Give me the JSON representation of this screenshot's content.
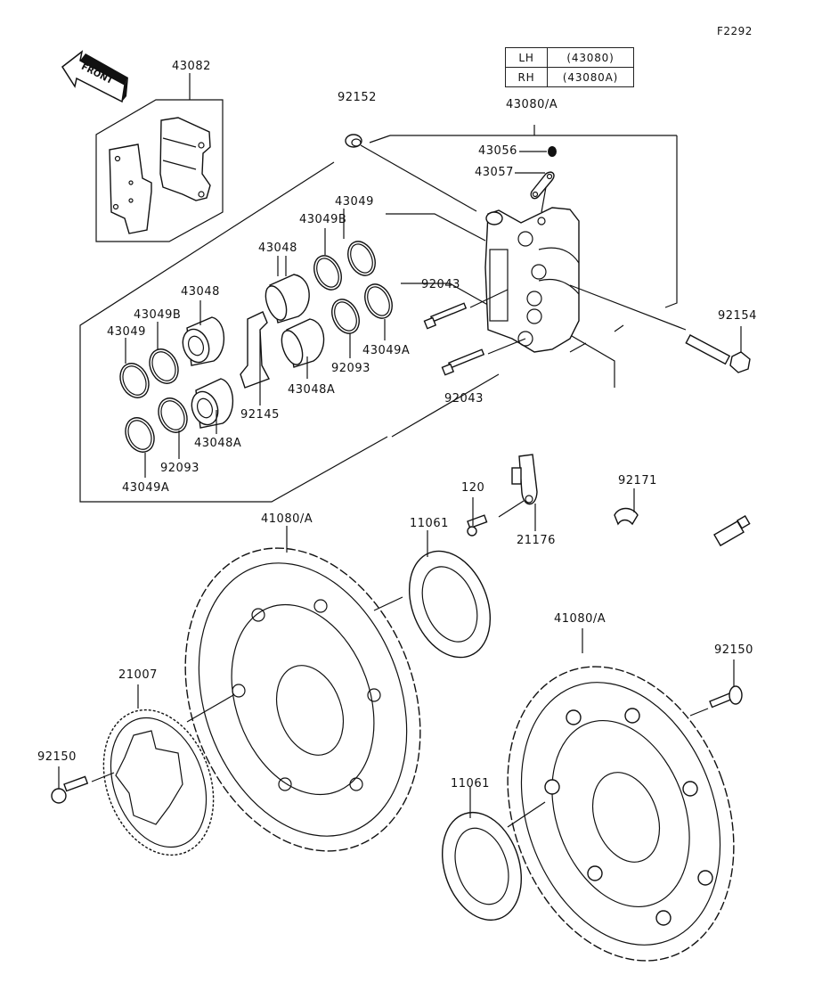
{
  "figure_code": "F2292",
  "variant_table": {
    "rows": [
      {
        "side": "LH",
        "code": "(43080)"
      },
      {
        "side": "RH",
        "code": "(43080A)"
      }
    ]
  },
  "front_arrow": {
    "label": "FRONT",
    "icon": "front-direction-arrow"
  },
  "callouts": {
    "p43082": "43082",
    "p92152": "92152",
    "p43080A": "43080/A",
    "p43056": "43056",
    "p43057": "43057",
    "p43049_top": "43049",
    "p43049B_top": "43049B",
    "p43048_top": "43048",
    "p43048_left": "43048",
    "p43049B_left": "43049B",
    "p43049_left": "43049",
    "p92043_top": "92043",
    "p92043_bottom": "92043",
    "p92154": "92154",
    "p43049A_right": "43049A",
    "p92093_right": "92093",
    "p43048A_right": "43048A",
    "p92145": "92145",
    "p43048A_left": "43048A",
    "p92093_left": "92093",
    "p43049A_left": "43049A",
    "p120": "120",
    "p92171": "92171",
    "p21176": "21176",
    "p41080A_left": "41080/A",
    "p11061_top": "11061",
    "p21007": "21007",
    "p92150_left": "92150",
    "p41080A_right": "41080/A",
    "p92150_right": "92150",
    "p11061_bottom": "11061"
  },
  "parts": [
    {
      "number": "43082",
      "name": "brake-pad-set"
    },
    {
      "number": "92152",
      "name": "cap"
    },
    {
      "number": "43080/A",
      "name": "brake-caliper",
      "variants": [
        "LH 43080",
        "RH 43080A"
      ]
    },
    {
      "number": "43056",
      "name": "bleeder-cap"
    },
    {
      "number": "43057",
      "name": "bleeder-valve"
    },
    {
      "number": "43049",
      "name": "piston-seal"
    },
    {
      "number": "43049A",
      "name": "piston-seal"
    },
    {
      "number": "43049B",
      "name": "dust-seal"
    },
    {
      "number": "43048",
      "name": "piston"
    },
    {
      "number": "43048A",
      "name": "piston"
    },
    {
      "number": "92043",
      "name": "pad-pin"
    },
    {
      "number": "92093",
      "name": "seal"
    },
    {
      "number": "92145",
      "name": "pad-spring"
    },
    {
      "number": "92154",
      "name": "mounting-bolt"
    },
    {
      "number": "120",
      "name": "sensor-bolt"
    },
    {
      "number": "21176",
      "name": "abs-wheel-sensor"
    },
    {
      "number": "92171",
      "name": "clamp"
    },
    {
      "number": "41080/A",
      "name": "brake-disc"
    },
    {
      "number": "11061",
      "name": "gasket"
    },
    {
      "number": "21007",
      "name": "abs-sensor-rotor"
    },
    {
      "number": "92150",
      "name": "disc-bolt"
    }
  ]
}
